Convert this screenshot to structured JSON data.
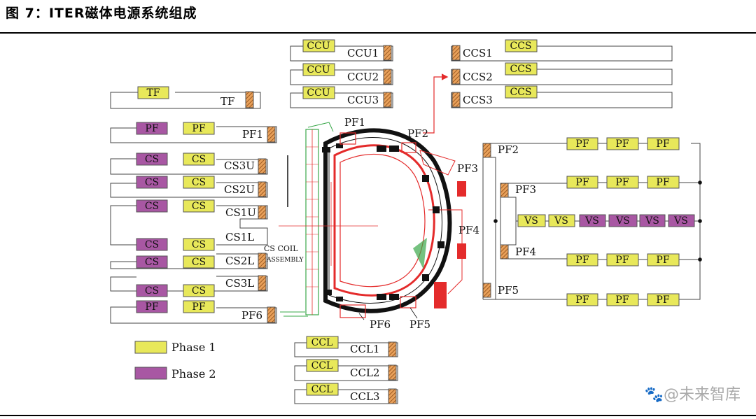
{
  "header": {
    "title": "图 7：ITER磁体电源系统组成"
  },
  "legend": [
    {
      "label": "Phase 1",
      "color": "#e8e85a"
    },
    {
      "label": "Phase 2",
      "color": "#a857a3"
    }
  ],
  "colors": {
    "phase1": "#e8e85a",
    "phase2": "#a857a3",
    "hatch": "#c87832",
    "tokamak": "#e42b2b",
    "coil_black": "#111111",
    "coil_green": "#3aa84a"
  },
  "icons": {
    "hatch": "hatched-orange-block"
  },
  "left_groups": {
    "TF": {
      "boxes": [
        {
          "text": "TF",
          "phase": 1
        }
      ],
      "name": "TF"
    },
    "PF1": {
      "boxes": [
        {
          "text": "PF",
          "phase": 2
        },
        {
          "text": "PF",
          "phase": 1
        }
      ],
      "name": "PF1"
    },
    "CS3U": {
      "boxes": [
        {
          "text": "CS",
          "phase": 2
        },
        {
          "text": "CS",
          "phase": 1
        }
      ],
      "name": "CS3U"
    },
    "CS2U": {
      "boxes": [
        {
          "text": "CS",
          "phase": 2
        },
        {
          "text": "CS",
          "phase": 1
        }
      ],
      "name": "CS2U"
    },
    "CS1": {
      "boxes_top": [
        {
          "text": "CS",
          "phase": 2
        },
        {
          "text": "CS",
          "phase": 1
        }
      ],
      "boxes_bottom": [
        {
          "text": "CS",
          "phase": 2
        },
        {
          "text": "CS",
          "phase": 1
        }
      ],
      "name_upper": "CS1U",
      "name_lower": "CS1L"
    },
    "CS2L": {
      "boxes": [
        {
          "text": "CS",
          "phase": 2
        },
        {
          "text": "CS",
          "phase": 1
        }
      ],
      "name": "CS2L"
    },
    "CS3L": {
      "boxes": [
        {
          "text": "CS",
          "phase": 2
        },
        {
          "text": "CS",
          "phase": 1
        }
      ],
      "name": "CS3L"
    },
    "PF6": {
      "boxes": [
        {
          "text": "PF",
          "phase": 2
        },
        {
          "text": "PF",
          "phase": 1
        }
      ],
      "name": "PF6"
    }
  },
  "ccu": [
    {
      "box": "CCU",
      "name": "CCU1"
    },
    {
      "box": "CCU",
      "name": "CCU2"
    },
    {
      "box": "CCU",
      "name": "CCU3"
    }
  ],
  "ccs": [
    {
      "box": "CCS",
      "name": "CCS1"
    },
    {
      "box": "CCS",
      "name": "CCS2"
    },
    {
      "box": "CCS",
      "name": "CCS3"
    }
  ],
  "ccl": [
    {
      "box": "CCL",
      "name": "CCL1"
    },
    {
      "box": "CCL",
      "name": "CCL2"
    },
    {
      "box": "CCL",
      "name": "CCL3"
    }
  ],
  "right_network": {
    "labels": [
      "PF2",
      "PF3",
      "PF4",
      "PF5"
    ],
    "row_pf2": [
      "PF",
      "PF",
      "PF"
    ],
    "row_pf3": [
      "PF",
      "PF",
      "PF"
    ],
    "row_vs": [
      {
        "text": "VS",
        "phase": 1
      },
      {
        "text": "VS",
        "phase": 1
      },
      {
        "text": "VS",
        "phase": 2
      },
      {
        "text": "VS",
        "phase": 2
      },
      {
        "text": "VS",
        "phase": 2
      },
      {
        "text": "VS",
        "phase": 2
      }
    ],
    "row_pf4": [
      "PF",
      "PF",
      "PF"
    ],
    "row_pf5": [
      "PF",
      "PF",
      "PF"
    ]
  },
  "tokamak_labels": {
    "pf1": "PF1",
    "pf2": "PF2",
    "pf3": "PF3",
    "pf4": "PF4",
    "pf5": "PF5",
    "pf6": "PF6",
    "cs_coil_line1": "CS COIL",
    "cs_coil_line2": "ASSEMBLY"
  },
  "watermark": "🐾@未来智库"
}
